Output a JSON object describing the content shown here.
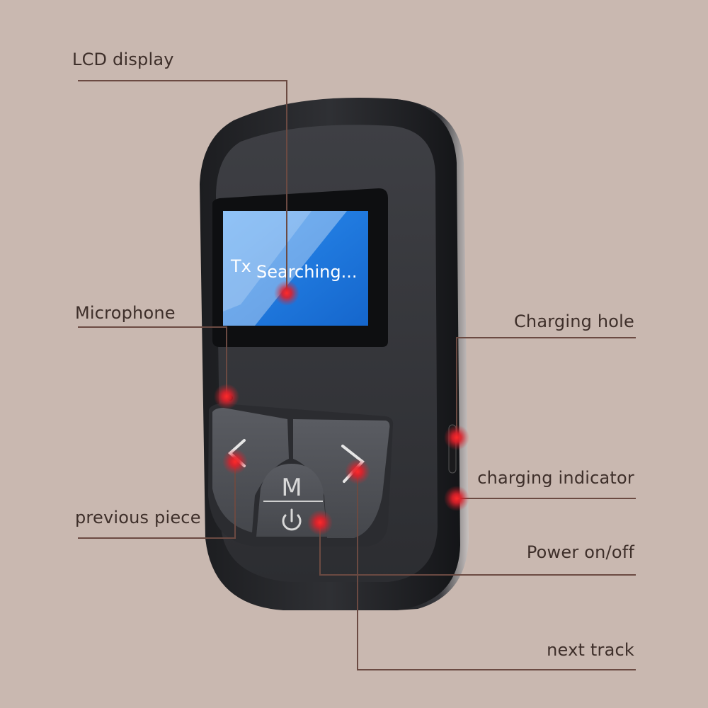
{
  "colors": {
    "background": "#c9b8b0",
    "device_body": "#2a2b2e",
    "device_face": "#3a3b3f",
    "screen_blue": "#1f86e8",
    "leader_line": "#6b4a42",
    "hotspot_red": "#e0202a"
  },
  "screen": {
    "mode": "Tx",
    "status": "Searching..."
  },
  "button": {
    "menu_letter": "M"
  },
  "callouts": {
    "lcd_display": "LCD display",
    "microphone": "Microphone",
    "previous_piece": "previous piece",
    "charging_hole": "Charging hole",
    "charging_indicator": "charging indicator",
    "power": "Power on/off",
    "next_track": "next track"
  },
  "icons": [
    "microphone-hole-icon",
    "chevron-left-icon",
    "chevron-right-icon",
    "power-icon",
    "usb-port-icon"
  ]
}
